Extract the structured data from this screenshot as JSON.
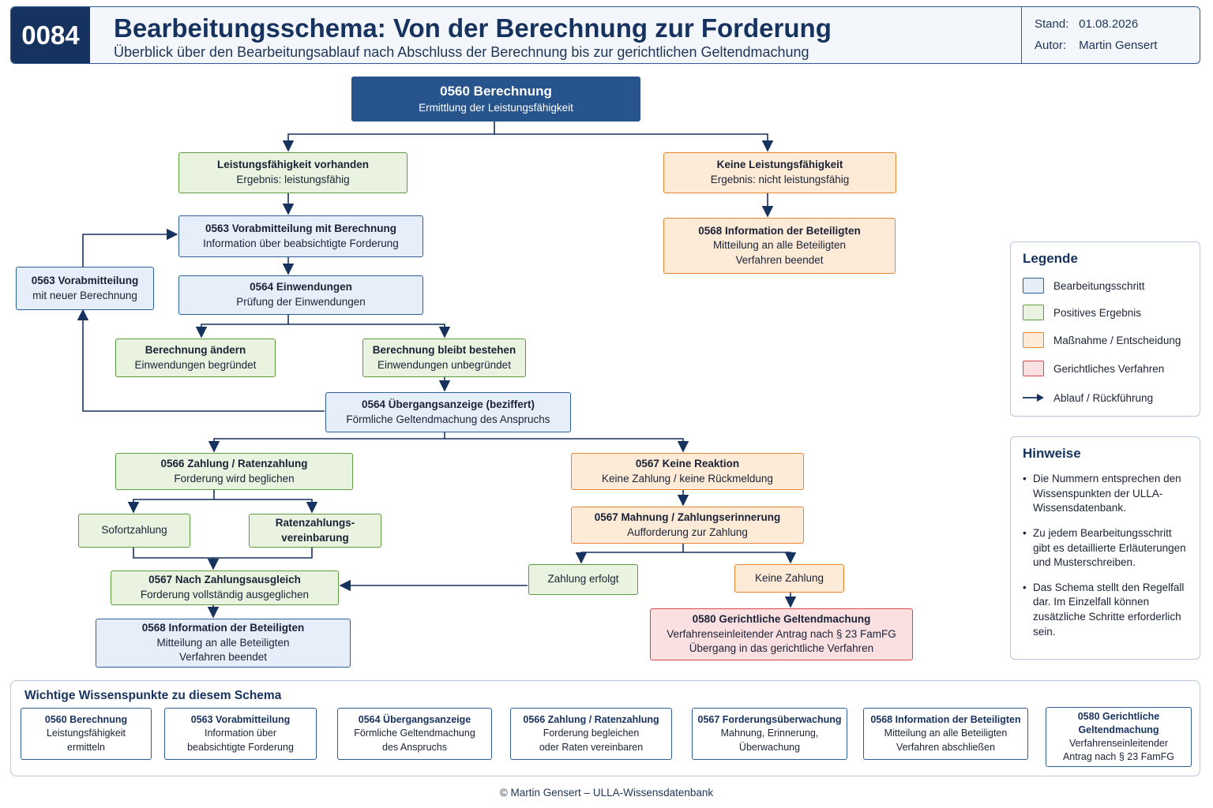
{
  "header": {
    "doc_id": "0084",
    "title": "Bearbeitungsschema: Von der Berechnung zur Forderung",
    "subtitle": "Überblick über den Bearbeitungsablauf nach Abschluss der Berechnung bis zur gerichtlichen Geltendmachung",
    "stand_label": "Stand:",
    "stand_value": "01.08.2026",
    "autor_label": "Autor:",
    "autor_value": "Martin Gensert"
  },
  "nodes": {
    "n0560": {
      "title": "0560  Berechnung",
      "text": "Ermittlung der Leistungsfähigkeit"
    },
    "lf_yes": {
      "title": "Leistungsfähigkeit vorhanden",
      "text": "Ergebnis: leistungsfähig"
    },
    "lf_no": {
      "title": "Keine Leistungsfähigkeit",
      "text": "Ergebnis: nicht leistungsfähig"
    },
    "n0563": {
      "title": "0563  Vorabmitteilung mit Berechnung",
      "text": "Information über beabsichtigte Forderung"
    },
    "n0568a": {
      "title": "0568  Information der Beteiligten",
      "text": "Mitteilung an alle Beteiligten",
      "text2": "Verfahren beendet"
    },
    "n0563b": {
      "title": "0563  Vorabmitteilung",
      "text": "mit neuer Berechnung"
    },
    "n0564": {
      "title": "0564  Einwendungen",
      "text": "Prüfung der Einwendungen"
    },
    "change": {
      "title": "Berechnung ändern",
      "text": "Einwendungen begründet"
    },
    "stays": {
      "title": "Berechnung bleibt bestehen",
      "text": "Einwendungen unbegründet"
    },
    "n0564b": {
      "title": "0564  Übergangsanzeige (beziffert)",
      "text": "Förmliche Geltendmachung des Anspruchs"
    },
    "n0566": {
      "title": "0566  Zahlung / Ratenzahlung",
      "text": "Forderung wird beglichen"
    },
    "n0567a": {
      "title": "0567  Keine Reaktion",
      "text": "Keine Zahlung / keine Rückmeldung"
    },
    "sofort": {
      "text": "Sofortzahlung"
    },
    "raten": {
      "title": "Ratenzahlungs-",
      "title2": "vereinbarung"
    },
    "n0567b": {
      "title": "0567  Mahnung / Zahlungserinnerung",
      "text": "Aufforderung zur Zahlung"
    },
    "n0567c": {
      "title": "0567  Nach Zahlungsausgleich",
      "text": "Forderung vollständig ausgeglichen"
    },
    "paid": {
      "text": "Zahlung erfolgt"
    },
    "nopay": {
      "text": "Keine Zahlung"
    },
    "n0568b": {
      "title": "0568  Information der Beteiligten",
      "text": "Mitteilung an alle Beteiligten",
      "text2": "Verfahren beendet"
    },
    "n0580": {
      "title": "0580  Gerichtliche Geltendmachung",
      "text": "Verfahrenseinleitender Antrag nach § 23 FamFG",
      "text2": "Übergang in das gerichtliche Verfahren"
    }
  },
  "legend": {
    "title": "Legende",
    "items": [
      {
        "label": "Bearbeitungsschritt",
        "fill": "#e6eef9",
        "border": "#2f5e96"
      },
      {
        "label": "Positives Ergebnis",
        "fill": "#e9f3e0",
        "border": "#5e9a3f"
      },
      {
        "label": "Maßnahme / Entscheidung",
        "fill": "#fdebd8",
        "border": "#e38633"
      },
      {
        "label": "Gerichtliches Verfahren",
        "fill": "#fbe0e2",
        "border": "#d8474f"
      },
      {
        "label": "Ablauf / Rückführung",
        "icon": "arrow-right-icon"
      }
    ]
  },
  "notes": {
    "title": "Hinweise",
    "items": [
      "Die Nummern entsprechen den Wissenspunkten der ULLA-Wissensdatenbank.",
      "Zu jedem Bearbeitungsschritt gibt es detaillierte Erläuterungen und Musterschreiben.",
      "Das Schema stellt den Regelfall dar. Im Einzelfall können zusätzliche Schritte erforderlich sein."
    ]
  },
  "knowledge": {
    "title": "Wichtige Wissenspunkte zu diesem Schema",
    "cards": [
      {
        "title": "0560  Berechnung",
        "lines": [
          "Leistungsfähigkeit",
          "ermitteln"
        ]
      },
      {
        "title": "0563  Vorabmitteilung",
        "lines": [
          "Information über",
          "beabsichtigte Forderung"
        ]
      },
      {
        "title": "0564  Übergangsanzeige",
        "lines": [
          "Förmliche Geltendmachung",
          "des Anspruchs"
        ]
      },
      {
        "title": "0566  Zahlung / Ratenzahlung",
        "lines": [
          "Forderung begleichen",
          "oder Raten vereinbaren"
        ]
      },
      {
        "title": "0567  Forderungsüberwachung",
        "lines": [
          "Mahnung, Erinnerung,",
          "Überwachung"
        ]
      },
      {
        "title": "0568  Information der Beteiligten",
        "lines": [
          "Mitteilung an alle Beteiligten",
          "Verfahren abschließen"
        ]
      },
      {
        "title": "0580  Gerichtliche Geltendmachung",
        "lines": [
          "Verfahrenseinleitender",
          "Antrag nach § 23 FamFG"
        ]
      }
    ]
  },
  "footer": {
    "text": "© Martin Gensert – ULLA-Wissensdatenbank"
  },
  "colors": {
    "navy": "#16325e",
    "arrow": "#16325e",
    "blue": "#2f5e96",
    "green": "#5e9a3f",
    "orange": "#e38633",
    "red": "#d8474f"
  }
}
